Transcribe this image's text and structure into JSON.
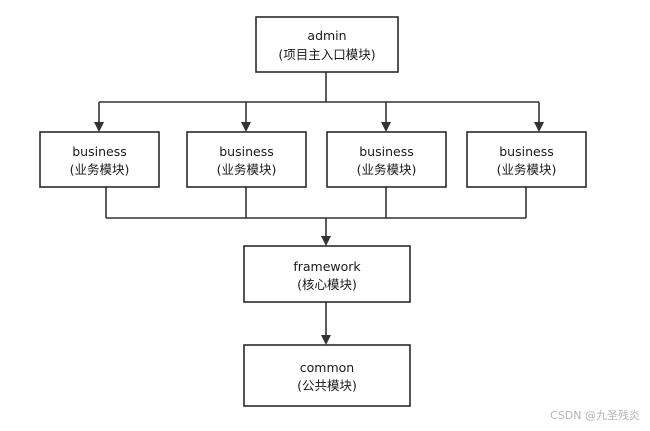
{
  "nodes": [
    {
      "id": "admin",
      "title": "admin",
      "subtitle": "(项目主入口模块)"
    },
    {
      "id": "business-1",
      "title": "business",
      "subtitle": "(业务模块)"
    },
    {
      "id": "business-2",
      "title": "business",
      "subtitle": "(业务模块)"
    },
    {
      "id": "business-3",
      "title": "business",
      "subtitle": "(业务模块)"
    },
    {
      "id": "business-4",
      "title": "business",
      "subtitle": "(业务模块)"
    },
    {
      "id": "framework",
      "title": "framework",
      "subtitle": "(核心模块)"
    },
    {
      "id": "common",
      "title": "common",
      "subtitle": "(公共模块)"
    }
  ],
  "edges": [
    {
      "from": "admin",
      "to": "business-1"
    },
    {
      "from": "admin",
      "to": "business-2"
    },
    {
      "from": "admin",
      "to": "business-3"
    },
    {
      "from": "admin",
      "to": "business-4"
    },
    {
      "from": "business-1",
      "to": "framework"
    },
    {
      "from": "business-2",
      "to": "framework"
    },
    {
      "from": "business-3",
      "to": "framework"
    },
    {
      "from": "business-4",
      "to": "framework"
    },
    {
      "from": "framework",
      "to": "common"
    }
  ],
  "watermark": "CSDN @九圣残炎"
}
